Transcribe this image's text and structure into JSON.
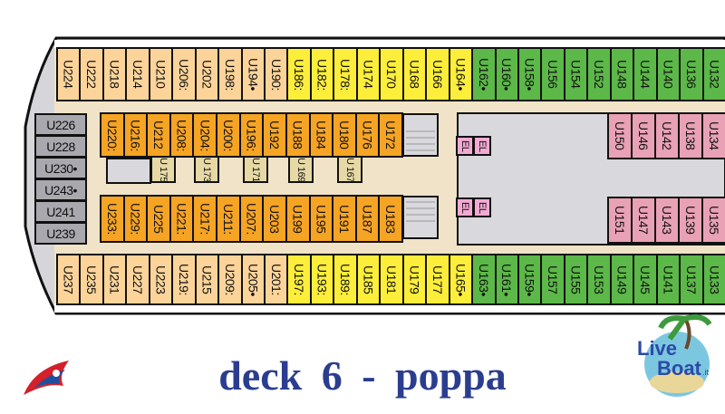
{
  "title": "deck 6 - poppa",
  "logos": {
    "left": "Carnival",
    "right": "LiveBoat.it"
  },
  "colors": {
    "standard_light": "#fcd49a",
    "standard": "#f6a424",
    "ocean": "#fcee3a",
    "balcony": "#5cb848",
    "suite": "#e9a1b6",
    "interior": "#a9a8ae",
    "small": "#e6d9a6",
    "corridor": "#f1e3c7",
    "public": "#d9d9dd",
    "elevator": "#f2a9d2"
  },
  "rows": {
    "top_outer": [
      {
        "label": "U224",
        "c": "standard_light"
      },
      {
        "label": "U222",
        "c": "standard_light"
      },
      {
        "label": "U218",
        "c": "standard_light"
      },
      {
        "label": "U214",
        "c": "standard_light"
      },
      {
        "label": "U210",
        "c": "standard_light"
      },
      {
        "label": "U206:",
        "c": "standard_light"
      },
      {
        "label": "U202",
        "c": "standard_light"
      },
      {
        "label": "U198:",
        "c": "standard_light"
      },
      {
        "label": "U194•",
        "c": "standard_light"
      },
      {
        "label": "U190:",
        "c": "standard_light"
      },
      {
        "label": "U186:",
        "c": "ocean"
      },
      {
        "label": "U182:",
        "c": "ocean"
      },
      {
        "label": "U178:",
        "c": "ocean"
      },
      {
        "label": "U174",
        "c": "ocean"
      },
      {
        "label": "U170",
        "c": "ocean"
      },
      {
        "label": "U168",
        "c": "ocean"
      },
      {
        "label": "U166",
        "c": "ocean"
      },
      {
        "label": "U164•",
        "c": "ocean"
      },
      {
        "label": "U162•",
        "c": "balcony"
      },
      {
        "label": "U160•",
        "c": "balcony"
      },
      {
        "label": "U158•",
        "c": "balcony"
      },
      {
        "label": "U156",
        "c": "balcony"
      },
      {
        "label": "U154",
        "c": "balcony"
      },
      {
        "label": "U152",
        "c": "balcony"
      },
      {
        "label": "U148",
        "c": "balcony"
      },
      {
        "label": "U144",
        "c": "balcony"
      },
      {
        "label": "U140",
        "c": "balcony"
      },
      {
        "label": "U136",
        "c": "balcony"
      },
      {
        "label": "U132",
        "c": "balcony"
      }
    ],
    "bottom_outer": [
      {
        "label": "U237",
        "c": "standard_light"
      },
      {
        "label": "U235",
        "c": "standard_light"
      },
      {
        "label": "U231",
        "c": "standard_light"
      },
      {
        "label": "U227",
        "c": "standard_light"
      },
      {
        "label": "U223",
        "c": "standard_light"
      },
      {
        "label": "U219:",
        "c": "standard_light"
      },
      {
        "label": "U215",
        "c": "standard_light"
      },
      {
        "label": "U209:",
        "c": "standard_light"
      },
      {
        "label": "U205•",
        "c": "standard_light"
      },
      {
        "label": "U201:",
        "c": "standard_light"
      },
      {
        "label": "U197:",
        "c": "ocean"
      },
      {
        "label": "U193:",
        "c": "ocean"
      },
      {
        "label": "U189:",
        "c": "ocean"
      },
      {
        "label": "U185",
        "c": "ocean"
      },
      {
        "label": "U181",
        "c": "ocean"
      },
      {
        "label": "U179",
        "c": "ocean"
      },
      {
        "label": "U177",
        "c": "ocean"
      },
      {
        "label": "U165•",
        "c": "ocean"
      },
      {
        "label": "U163•",
        "c": "balcony"
      },
      {
        "label": "U161•",
        "c": "balcony"
      },
      {
        "label": "U159•",
        "c": "balcony"
      },
      {
        "label": "U157",
        "c": "balcony"
      },
      {
        "label": "U155",
        "c": "balcony"
      },
      {
        "label": "U153",
        "c": "balcony"
      },
      {
        "label": "U149",
        "c": "balcony"
      },
      {
        "label": "U145",
        "c": "balcony"
      },
      {
        "label": "U141",
        "c": "balcony"
      },
      {
        "label": "U137",
        "c": "balcony"
      },
      {
        "label": "U133",
        "c": "balcony"
      }
    ],
    "top_inner": [
      "U220:",
      "U216:",
      "U212",
      "U208:",
      "U204:",
      "U200:",
      "U196:",
      "U192",
      "U188",
      "U184",
      "U180",
      "U176",
      "U172"
    ],
    "bottom_inner": [
      "U233:",
      "U229:",
      "U225",
      "U221:",
      "U217:",
      "U211:",
      "U207:",
      "U203",
      "U199",
      "U195",
      "U191",
      "U187",
      "U183"
    ],
    "small": [
      "U 175",
      "U 173",
      "U 171",
      "U 169",
      "U 167"
    ],
    "suites_top": [
      "U150",
      "U146",
      "U142",
      "U138",
      "U134"
    ],
    "suites_bottom": [
      "U151",
      "U147",
      "U143",
      "U139",
      "U135"
    ],
    "interior_left": [
      "U226",
      "U228",
      "U230•",
      "U243•",
      "U241",
      "U239"
    ],
    "elevators": [
      "EL",
      "EL",
      "EL",
      "EL"
    ]
  }
}
